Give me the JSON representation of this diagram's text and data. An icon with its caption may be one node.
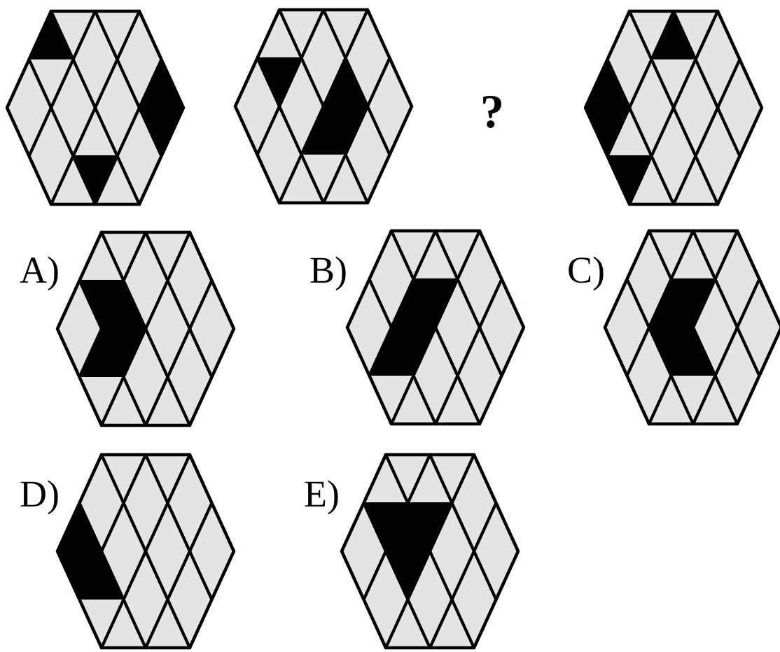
{
  "diagram": {
    "labels": [
      "?",
      "A)",
      "B)",
      "C)",
      "D)",
      "E)"
    ]
  }
}
